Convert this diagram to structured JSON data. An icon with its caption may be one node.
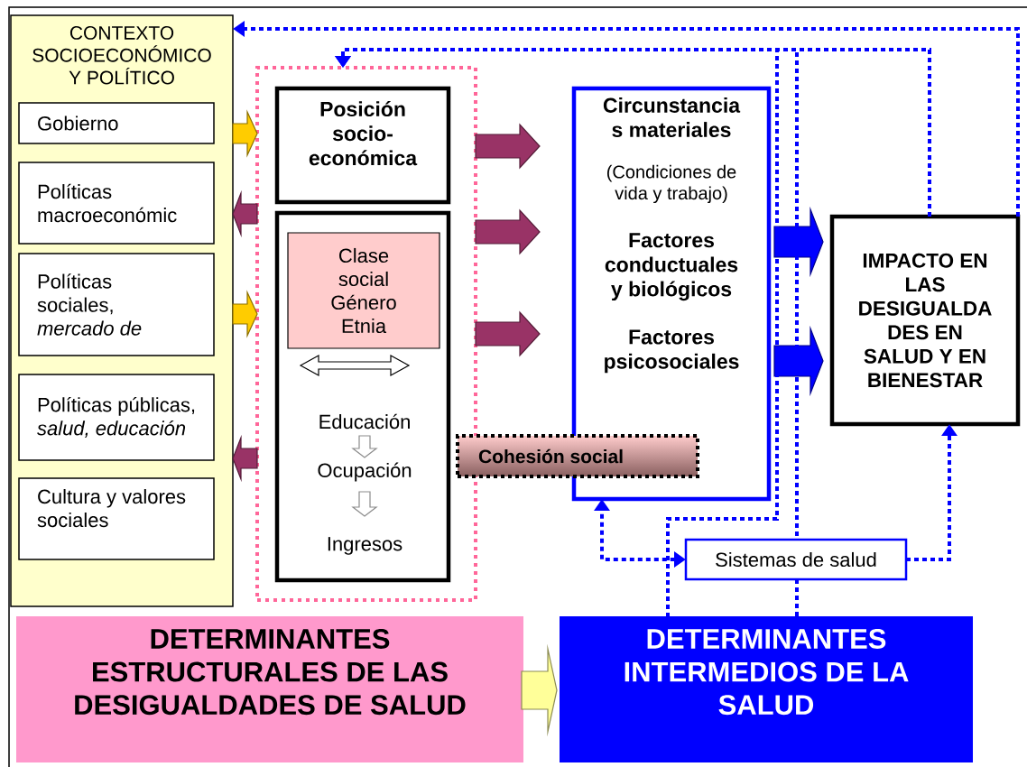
{
  "diagram": {
    "nodes": [
      {
        "text": [
          "CONTEXTO SOCIOECONÓMICO Y POLÍTICO"
        ]
      },
      {
        "text": [
          "Gobierno"
        ],
        "in": 0
      },
      {
        "text": [
          "Políticas macroeconómic"
        ],
        "in": 0
      },
      {
        "text": [
          "Políticas sociales, *mercado de*"
        ],
        "in": 0
      },
      {
        "text": [
          "Políticas públicas, *salud, educación*"
        ],
        "in": 0
      },
      {
        "text": [
          "Cultura y valores sociales"
        ],
        "in": 0
      },
      {
        "text": [],
        "shape": "box"
      },
      {
        "text": [
          "Posición socio-económica"
        ],
        "in": 6
      },
      {
        "text": [],
        "shape": "box",
        "in": 6
      },
      {
        "text": [
          "Clase social Género Etnia"
        ],
        "in": 8
      },
      {
        "text": [
          "Educación"
        ],
        "in": 8
      },
      {
        "text": [
          "Ocupación"
        ],
        "in": 8
      },
      {
        "text": [
          "Ingresos"
        ],
        "in": 8
      },
      {
        "text": [
          "Cohesión social"
        ]
      },
      {
        "text": [
          "Circunstancia s materiales",
          "(Condiciones de vida y trabajo)",
          "Factores conductuales y biológicos",
          "Factores psicosociales"
        ]
      },
      {
        "text": [
          "IMPACTO EN LAS DESIGUALDA DES EN SALUD Y EN BIENESTAR"
        ]
      },
      {
        "text": [
          "Sistemas de salud"
        ]
      },
      {
        "text": [
          "DETERMINANTES ESTRUCTURALES DE LAS DESIGUALDADES DE SALUD"
        ]
      },
      {
        "text": [
          "DETERMINANTES INTERMEDIOS DE LA SALUD"
        ]
      }
    ],
    "edges": [
      {
        "from": 0,
        "to": 6,
        "arrow": "to",
        "style": "thick",
        "color": "#ffcc00"
      },
      {
        "from": 6,
        "to": 0,
        "arrow": "to",
        "style": "thick",
        "color": "#993366"
      },
      {
        "from": 0,
        "to": 6,
        "arrow": "to",
        "style": "thick",
        "color": "#ffcc00"
      },
      {
        "from": 6,
        "to": 0,
        "arrow": "to",
        "style": "thick",
        "color": "#993366"
      },
      {
        "from": 6,
        "to": 14,
        "arrow": "to",
        "style": "thick",
        "color": "#993366"
      },
      {
        "from": 6,
        "to": 14,
        "arrow": "to",
        "style": "thick",
        "color": "#993366"
      },
      {
        "from": 6,
        "to": 14,
        "arrow": "to",
        "style": "thick",
        "color": "#993366"
      },
      {
        "from": 14,
        "to": 15,
        "arrow": "to",
        "style": "thick",
        "color": "#0000ff"
      },
      {
        "from": 14,
        "to": 15,
        "arrow": "to",
        "style": "thick",
        "color": "#0000ff"
      },
      {
        "from": 10,
        "to": 11,
        "arrow": "to",
        "style": "thick",
        "color": "#ffffff"
      },
      {
        "from": 11,
        "to": 12,
        "arrow": "to",
        "style": "thick",
        "color": "#ffffff"
      },
      {
        "from": 17,
        "to": 18,
        "arrow": "to",
        "style": "thick",
        "color": "#ffff99"
      },
      {
        "from": 15,
        "to": 0,
        "arrow": "to",
        "style": "dashed",
        "color": "#0000ff"
      },
      {
        "from": 15,
        "to": 6,
        "arrow": "to",
        "style": "dashed",
        "color": "#0000ff"
      },
      {
        "from": 16,
        "to": 6,
        "arrow": "to",
        "style": "dashed",
        "color": "#0000ff"
      },
      {
        "from": 18,
        "to": 6,
        "arrow": "to",
        "style": "dashed",
        "color": "#0000ff"
      },
      {
        "from": 18,
        "to": 16,
        "arrow": "none",
        "style": "dashed",
        "color": "#0000ff"
      },
      {
        "from": 16,
        "to": 14,
        "arrow": "both",
        "style": "dashed",
        "color": "#0000ff"
      },
      {
        "from": 16,
        "to": 15,
        "arrow": "to",
        "style": "dashed",
        "color": "#0000ff"
      }
    ]
  }
}
